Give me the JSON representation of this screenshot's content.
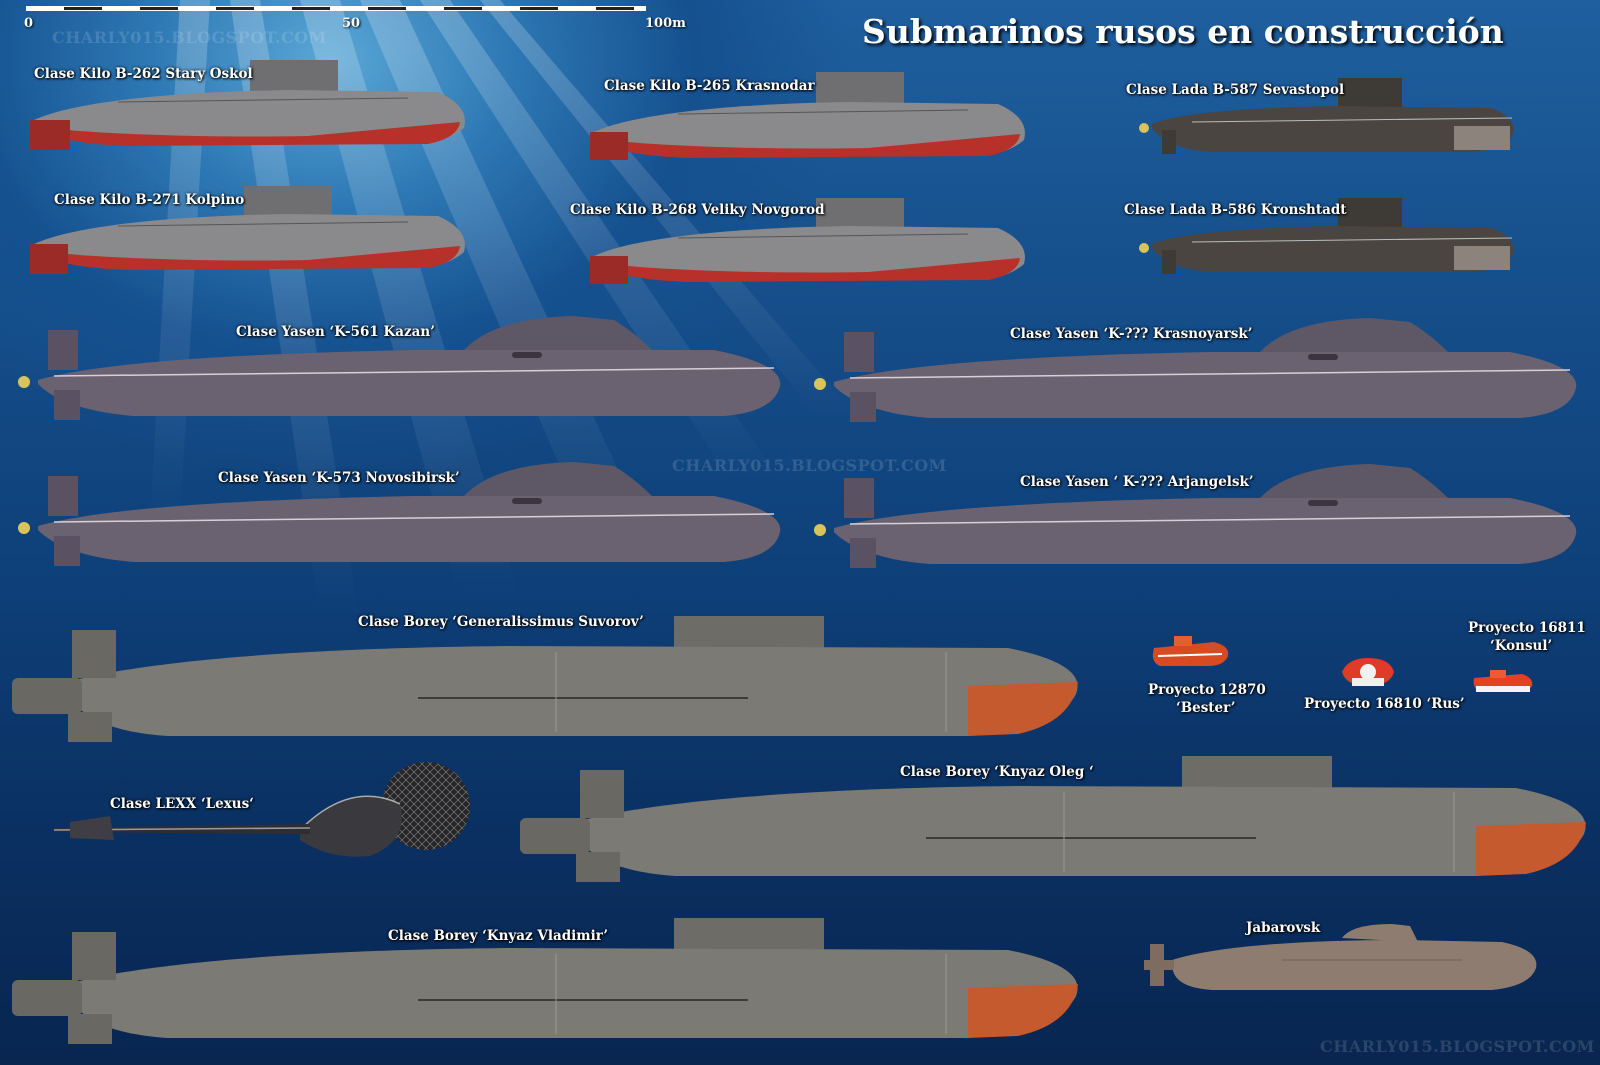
{
  "title": "Submarinos rusos en construcción",
  "scale": {
    "t0": "0",
    "t50": "50",
    "t100": "100m"
  },
  "watermark": "CHARLY015.BLOGSPOT.COM",
  "labels": {
    "kilo262": "Clase Kilo B-262 Stary Oskol",
    "kilo265": "Clase Kilo B-265 Krasnodar",
    "lada587": "Clase Lada B-587 Sevastopol",
    "kilo271": "Clase Kilo B-271 Kolpino",
    "kilo268": "Clase Kilo B-268 Veliky Novgorod",
    "lada586": "Clase Lada B-586 Kronshtadt",
    "yasen561": "Clase Yasen ‘K-561 Kazan’",
    "yasenKras": "Clase Yasen ‘K-??? Krasnoyarsk’",
    "yasen573": "Clase Yasen ‘K-573 Novosibirsk’",
    "yasenArj": "Clase Yasen ‘ K-??? Arjangelsk’",
    "boreySuv": "Clase Borey ‘Generalissimus Suvorov’",
    "p12870a": "Proyecto 12870",
    "p12870b": "‘Bester’",
    "p16810": "Proyecto 16810 ‘Rus’",
    "p16811a": "Proyecto 16811",
    "p16811b": "‘Konsul’",
    "lexx": "Clase LEXX ‘Lexus‘",
    "boreyOleg": "Clase Borey ‘Knyaz Oleg ‘",
    "boreyVlad": "Clase Borey ‘Knyaz Vladimir’",
    "jabarovsk": "Jabarovsk"
  },
  "colors": {
    "kilo_red": "#b8302a",
    "kilo_grey": "#8a8a8c",
    "lada": "#4a4540",
    "yasen": "#6a6270",
    "borey": "#7c7a74",
    "borey_bow": "#c45a2e",
    "jabarovsk": "#8e7c70",
    "ocean": "#0e3f78"
  }
}
